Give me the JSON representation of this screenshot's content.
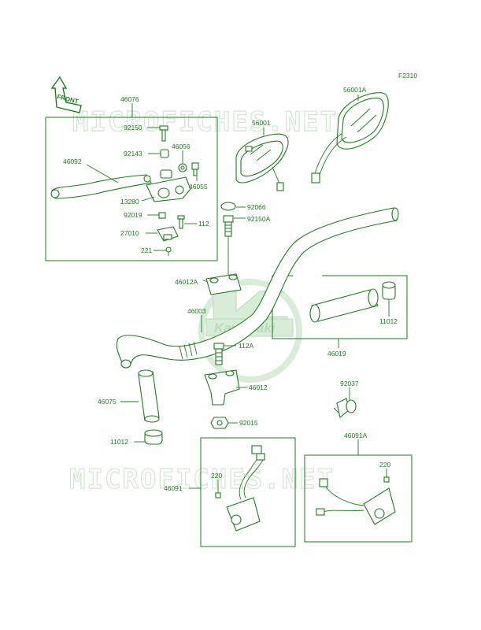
{
  "figure_code": "F2310",
  "front_label": "FRONT",
  "watermark_top": "MICROFICHES.NET",
  "watermark_bottom": "MICROFICHES.NET",
  "logo_text": "Kawasaki",
  "colors": {
    "line": "#1f7a1f",
    "watermark": "#cfe7cf",
    "logo": "#d8ecd8"
  },
  "parts": [
    {
      "key": "p46076",
      "label": "46076"
    },
    {
      "key": "p92150",
      "label": "92150"
    },
    {
      "key": "p92143",
      "label": "92143"
    },
    {
      "key": "p46056",
      "label": "46056"
    },
    {
      "key": "p46092",
      "label": "46092"
    },
    {
      "key": "p46055",
      "label": "46055"
    },
    {
      "key": "p13280",
      "label": "13280"
    },
    {
      "key": "p92019",
      "label": "92019"
    },
    {
      "key": "p112",
      "label": "112"
    },
    {
      "key": "p27010",
      "label": "27010"
    },
    {
      "key": "p221",
      "label": "221"
    },
    {
      "key": "p56001A",
      "label": "56001A"
    },
    {
      "key": "p56001",
      "label": "56001"
    },
    {
      "key": "p92066",
      "label": "92066"
    },
    {
      "key": "p92150A",
      "label": "92150A"
    },
    {
      "key": "p46012A",
      "label": "46012A"
    },
    {
      "key": "p46003",
      "label": "46003"
    },
    {
      "key": "p11012a",
      "label": "11012"
    },
    {
      "key": "p112A",
      "label": "112A"
    },
    {
      "key": "p46019",
      "label": "46019"
    },
    {
      "key": "p46012",
      "label": "46012"
    },
    {
      "key": "p92037",
      "label": "92037"
    },
    {
      "key": "p46075",
      "label": "46075"
    },
    {
      "key": "p92015",
      "label": "92015"
    },
    {
      "key": "p11012b",
      "label": "11012"
    },
    {
      "key": "p46091A",
      "label": "46091A"
    },
    {
      "key": "p220a",
      "label": "220"
    },
    {
      "key": "p220b",
      "label": "220"
    },
    {
      "key": "p46091",
      "label": "46091"
    }
  ]
}
